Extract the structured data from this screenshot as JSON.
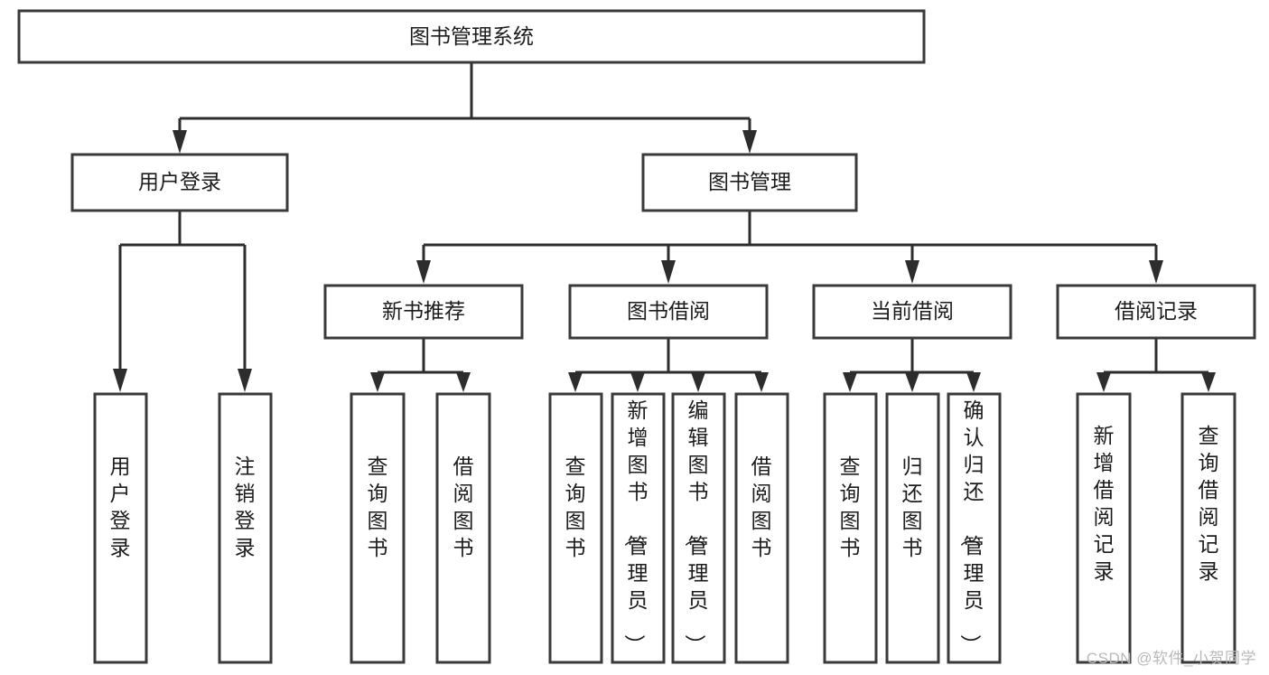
{
  "diagram": {
    "type": "tree-hierarchy",
    "title": "图书管理系统",
    "root": {
      "id": "root",
      "label": "图书管理系统",
      "orientation": "horizontal"
    },
    "level2": [
      {
        "id": "user-login",
        "label": "用户登录",
        "orientation": "horizontal"
      },
      {
        "id": "book-manage",
        "label": "图书管理",
        "orientation": "horizontal"
      }
    ],
    "level3": [
      {
        "id": "new-book-recommend",
        "label": "新书推荐",
        "orientation": "horizontal",
        "parent": "book-manage"
      },
      {
        "id": "book-borrow",
        "label": "图书借阅",
        "orientation": "horizontal",
        "parent": "book-manage"
      },
      {
        "id": "current-borrow",
        "label": "当前借阅",
        "orientation": "horizontal",
        "parent": "book-manage"
      },
      {
        "id": "borrow-record",
        "label": "借阅记录",
        "orientation": "horizontal",
        "parent": "book-manage"
      }
    ],
    "leaves": [
      {
        "id": "leaf-user-login",
        "label": "用户登录",
        "orientation": "vertical",
        "parent": "user-login"
      },
      {
        "id": "leaf-user-logout",
        "label": "注销登录",
        "orientation": "vertical",
        "parent": "user-login"
      },
      {
        "id": "leaf-query-book-1",
        "label": "查询图书",
        "orientation": "vertical",
        "parent": "new-book-recommend"
      },
      {
        "id": "leaf-borrow-book-1",
        "label": "借阅图书",
        "orientation": "vertical",
        "parent": "new-book-recommend"
      },
      {
        "id": "leaf-query-book-2",
        "label": "查询图书",
        "orientation": "vertical",
        "parent": "book-borrow"
      },
      {
        "id": "leaf-add-book",
        "label": "新增图书（管理员）",
        "orientation": "vertical",
        "parent": "book-borrow"
      },
      {
        "id": "leaf-edit-book",
        "label": "编辑图书（管理员）",
        "orientation": "vertical",
        "parent": "book-borrow"
      },
      {
        "id": "leaf-borrow-book-2",
        "label": "借阅图书",
        "orientation": "vertical",
        "parent": "book-borrow"
      },
      {
        "id": "leaf-query-book-3",
        "label": "查询图书",
        "orientation": "vertical",
        "parent": "current-borrow"
      },
      {
        "id": "leaf-return-book",
        "label": "归还图书",
        "orientation": "vertical",
        "parent": "current-borrow"
      },
      {
        "id": "leaf-confirm-return",
        "label": "确认归还（管理员）",
        "orientation": "vertical",
        "parent": "current-borrow"
      },
      {
        "id": "leaf-add-record",
        "label": "新增借阅记录",
        "orientation": "vertical",
        "parent": "borrow-record"
      },
      {
        "id": "leaf-query-record",
        "label": "查询借阅记录",
        "orientation": "vertical",
        "parent": "borrow-record"
      }
    ],
    "colors": {
      "stroke": "#3a3a3a",
      "connector": "#2d2d2d",
      "fill": "#ffffff",
      "text": "#1c1c1c",
      "watermark": "#b9b9b9"
    }
  },
  "watermark": {
    "text": "CSDN @软件_小贺同学"
  }
}
